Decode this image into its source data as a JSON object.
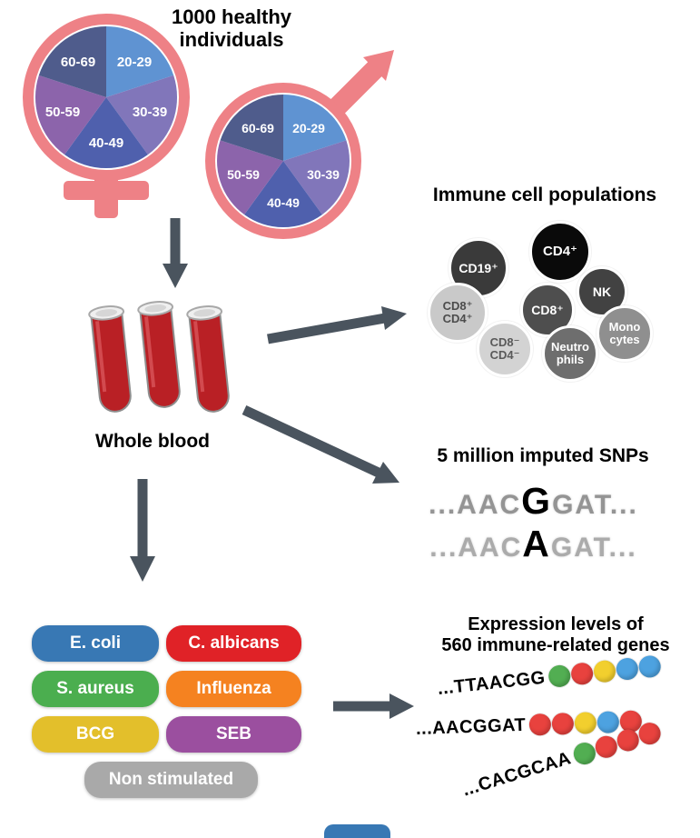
{
  "colors": {
    "arrow": "#4a545e",
    "gender": "#ee8186",
    "blood": "#b92025"
  },
  "header": {
    "title": "1000 healthy\nindividuals"
  },
  "age_pie": {
    "segments": [
      {
        "label": "20-29",
        "color": "#5f93d2"
      },
      {
        "label": "30-39",
        "color": "#8176ba"
      },
      {
        "label": "40-49",
        "color": "#4f60ad"
      },
      {
        "label": "50-59",
        "color": "#8c64ab"
      },
      {
        "label": "60-69",
        "color": "#4f5c8c"
      }
    ]
  },
  "blood": {
    "label": "Whole blood"
  },
  "immune_cells": {
    "title": "Immune cell populations",
    "cells": [
      {
        "label": "CD19⁺",
        "bg": "#3a3a3a",
        "fg": "#ffffff"
      },
      {
        "label": "CD4⁺",
        "bg": "#0a0a0a",
        "fg": "#ffffff"
      },
      {
        "label": "NK",
        "bg": "#424242",
        "fg": "#ffffff"
      },
      {
        "label": "CD8⁺",
        "bg": "#4e4e4e",
        "fg": "#ffffff"
      },
      {
        "label": "CD8⁺\nCD4⁺",
        "bg": "#c9c9c9",
        "fg": "#4c4c4c"
      },
      {
        "label": "Mono\ncytes",
        "bg": "#8f8f8f",
        "fg": "#ffffff"
      },
      {
        "label": "Neutro\nphils",
        "bg": "#6e6e6e",
        "fg": "#ffffff"
      },
      {
        "label": "CD8⁻\nCD4⁻",
        "bg": "#d3d3d3",
        "fg": "#5a5a5a"
      }
    ]
  },
  "snps": {
    "title": "5 million imputed SNPs",
    "lines": [
      {
        "pre": "...AAC",
        "big": "G",
        "post": "GAT..."
      },
      {
        "pre": "...AAC",
        "big": "A",
        "post": "GAT..."
      }
    ]
  },
  "stimulations": {
    "items": [
      {
        "label": "E. coli",
        "color": "#3878b4"
      },
      {
        "label": "C. albicans",
        "color": "#e02227"
      },
      {
        "label": "S. aureus",
        "color": "#4bae4f"
      },
      {
        "label": "Influenza",
        "color": "#f58220"
      },
      {
        "label": "BCG",
        "color": "#e3bf2b"
      },
      {
        "label": "SEB",
        "color": "#9b4f9f"
      },
      {
        "label": "Non stimulated",
        "color": "#a9a9a9"
      }
    ]
  },
  "expression": {
    "title": "Expression levels of\n560 immune-related genes",
    "rows": [
      {
        "seq": "...TTAACGG",
        "beads": [
          "#52ae52",
          "#e8423e",
          "#f2cf2e",
          "#4da2e0",
          "#4da2e0"
        ]
      },
      {
        "seq": "...AACGGAT",
        "beads": [
          "#e8423e",
          "#e8423e",
          "#f2cf2e",
          "#4da2e0",
          "#e8423e"
        ]
      },
      {
        "seq": "...CACGCAA",
        "beads": [
          "#52ae52",
          "#e8423e",
          "#e8423e",
          "#e8423e"
        ]
      }
    ]
  },
  "cutoff_pill": {
    "color": "#3878b4"
  }
}
